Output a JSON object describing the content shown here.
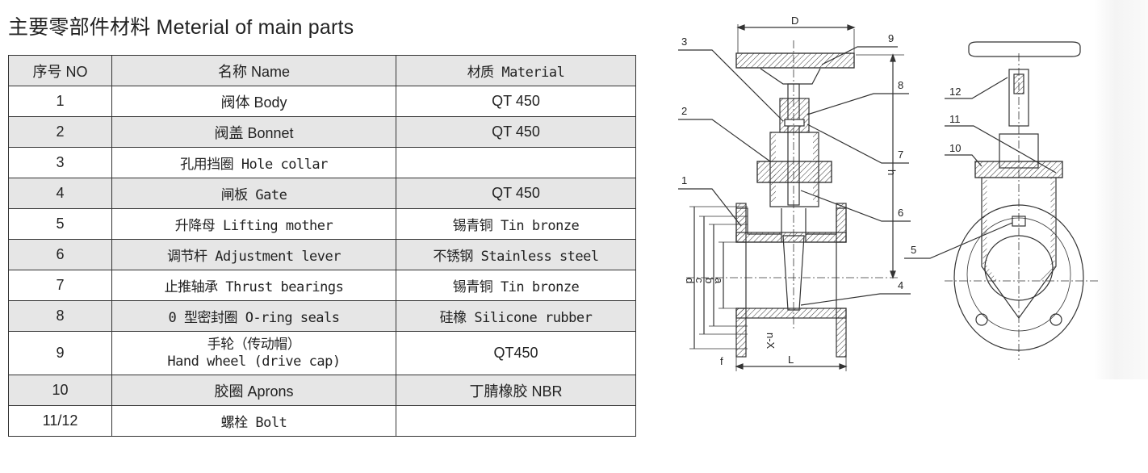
{
  "title": "主要零部件材料 Meterial of main parts",
  "table": {
    "headers": {
      "no": "序号 NO",
      "name": "名称 Name",
      "material": "材质 Material"
    },
    "rows": [
      {
        "no": "1",
        "name": "阀体 Body",
        "material": "QT 450"
      },
      {
        "no": "2",
        "name": "阀盖 Bonnet",
        "material": "QT 450"
      },
      {
        "no": "3",
        "name": "孔用挡圈 Hole collar",
        "material": ""
      },
      {
        "no": "4",
        "name": "闸板 Gate",
        "material": "QT 450"
      },
      {
        "no": "5",
        "name": "升降母 Lifting mother",
        "material": "锡青铜 Tin bronze"
      },
      {
        "no": "6",
        "name": "调节杆 Adjustment lever",
        "material": "不锈钢 Stainless steel"
      },
      {
        "no": "7",
        "name": "止推轴承 Thrust bearings",
        "material": "锡青铜 Tin bronze"
      },
      {
        "no": "8",
        "name": "0 型密封圈 O-ring seals",
        "material": "硅橡 Silicone rubber"
      },
      {
        "no": "9",
        "name_line1": "手轮（传动帽）",
        "name_line2": "Hand wheel (drive cap)",
        "material": "QT450"
      },
      {
        "no": "10",
        "name": "胶圈 Aprons",
        "material": "丁腈橡胶 NBR"
      },
      {
        "no": "11/12",
        "name": "螺栓 Bolt",
        "material": ""
      }
    ]
  },
  "drawing": {
    "callouts": {
      "c1": "1",
      "c2": "2",
      "c3": "3",
      "c4": "4",
      "c5": "5",
      "c6": "6",
      "c7": "7",
      "c8": "8",
      "c9": "9",
      "c10": "10",
      "c11": "11",
      "c12": "12"
    },
    "dimensions": {
      "D": "D",
      "h": "h",
      "L": "L",
      "f": "f",
      "d": "d",
      "c": "c",
      "b": "b",
      "a": "a",
      "nx": "n-X"
    }
  }
}
